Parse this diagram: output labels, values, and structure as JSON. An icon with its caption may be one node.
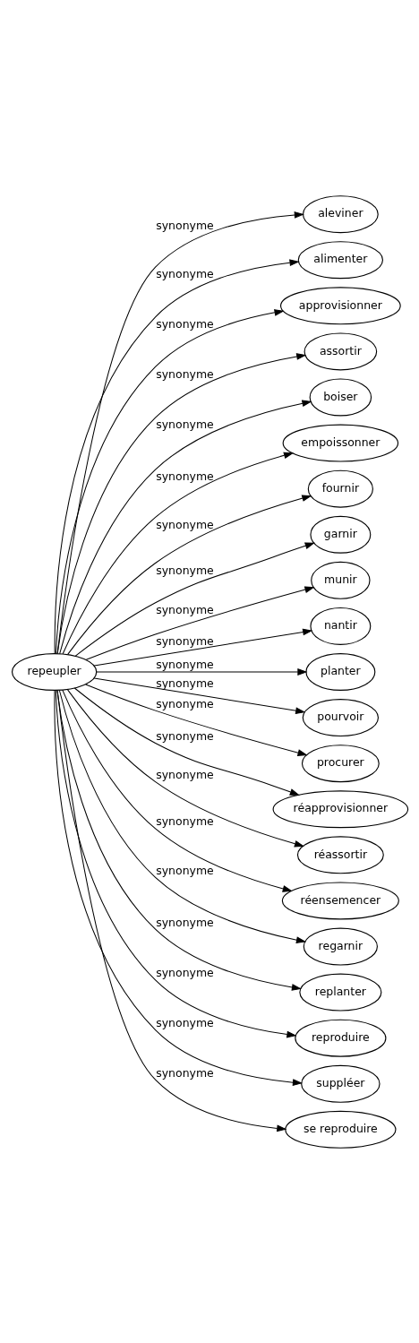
{
  "diagram": {
    "nodes": [
      {
        "text": [
          "repeupler"
        ]
      },
      {
        "text": [
          "aleviner"
        ]
      },
      {
        "text": [
          "alimenter"
        ]
      },
      {
        "text": [
          "approvisionner"
        ]
      },
      {
        "text": [
          "assortir"
        ]
      },
      {
        "text": [
          "boiser"
        ]
      },
      {
        "text": [
          "empoissonner"
        ]
      },
      {
        "text": [
          "fournir"
        ]
      },
      {
        "text": [
          "garnir"
        ]
      },
      {
        "text": [
          "munir"
        ]
      },
      {
        "text": [
          "nantir"
        ]
      },
      {
        "text": [
          "planter"
        ]
      },
      {
        "text": [
          "pourvoir"
        ]
      },
      {
        "text": [
          "procurer"
        ]
      },
      {
        "text": [
          "réapprovisionner"
        ]
      },
      {
        "text": [
          "réassortir"
        ]
      },
      {
        "text": [
          "réensemencer"
        ]
      },
      {
        "text": [
          "regarnir"
        ]
      },
      {
        "text": [
          "replanter"
        ]
      },
      {
        "text": [
          "reproduire"
        ]
      },
      {
        "text": [
          "suppléer"
        ]
      },
      {
        "text": [
          "se reproduire"
        ]
      }
    ],
    "edges": [
      {
        "from": 0,
        "to": 1,
        "arrow": "to",
        "label": "synonyme"
      },
      {
        "from": 0,
        "to": 2,
        "arrow": "to",
        "label": "synonyme"
      },
      {
        "from": 0,
        "to": 3,
        "arrow": "to",
        "label": "synonyme"
      },
      {
        "from": 0,
        "to": 4,
        "arrow": "to",
        "label": "synonyme"
      },
      {
        "from": 0,
        "to": 5,
        "arrow": "to",
        "label": "synonyme"
      },
      {
        "from": 0,
        "to": 6,
        "arrow": "to",
        "label": "synonyme"
      },
      {
        "from": 0,
        "to": 7,
        "arrow": "to",
        "label": "synonyme"
      },
      {
        "from": 0,
        "to": 8,
        "arrow": "to",
        "label": "synonyme"
      },
      {
        "from": 0,
        "to": 9,
        "arrow": "to",
        "label": "synonyme"
      },
      {
        "from": 0,
        "to": 10,
        "arrow": "to",
        "label": "synonyme"
      },
      {
        "from": 0,
        "to": 11,
        "arrow": "to",
        "label": "synonyme"
      },
      {
        "from": 0,
        "to": 12,
        "arrow": "to",
        "label": "synonyme"
      },
      {
        "from": 0,
        "to": 13,
        "arrow": "to",
        "label": "synonyme"
      },
      {
        "from": 0,
        "to": 14,
        "arrow": "to",
        "label": "synonyme"
      },
      {
        "from": 0,
        "to": 15,
        "arrow": "to",
        "label": "synonyme"
      },
      {
        "from": 0,
        "to": 16,
        "arrow": "to",
        "label": "synonyme"
      },
      {
        "from": 0,
        "to": 17,
        "arrow": "to",
        "label": "synonyme"
      },
      {
        "from": 0,
        "to": 18,
        "arrow": "to",
        "label": "synonyme"
      },
      {
        "from": 0,
        "to": 19,
        "arrow": "to",
        "label": "synonyme"
      },
      {
        "from": 0,
        "to": 20,
        "arrow": "to",
        "label": "synonyme"
      },
      {
        "from": 0,
        "to": 21,
        "arrow": "to",
        "label": "synonyme"
      }
    ]
  }
}
